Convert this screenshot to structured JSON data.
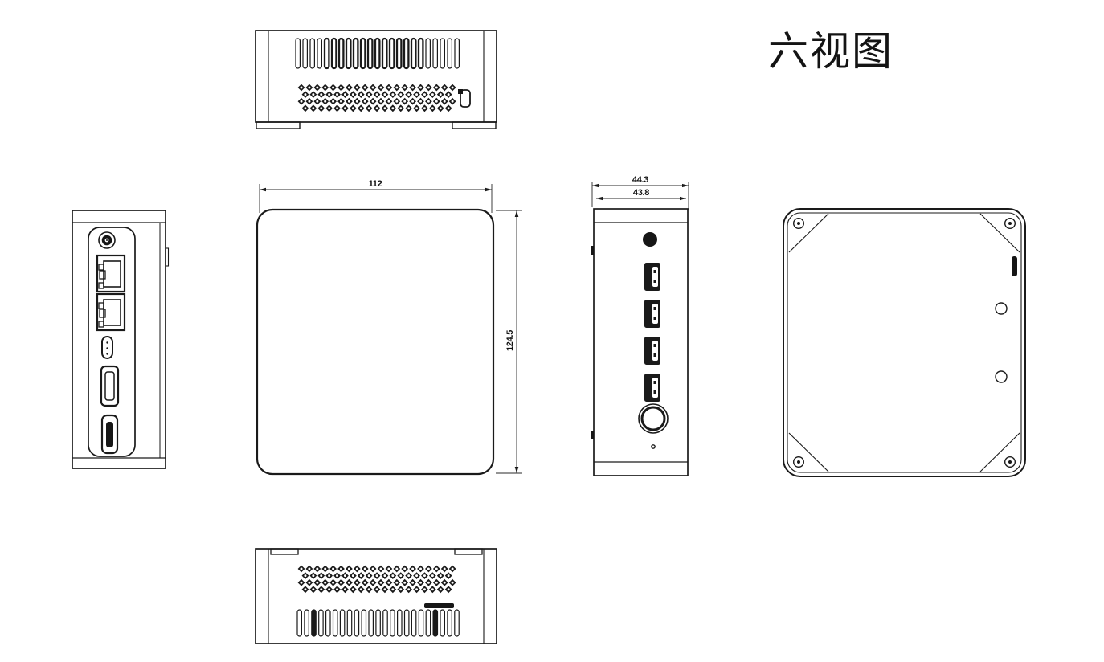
{
  "page": {
    "title": "六视图",
    "background": "#ffffff",
    "ink": "#1a1a1a",
    "dim_ink": "#2a2a2a"
  },
  "dimensions": {
    "top_width": "112",
    "side_depth": "124.5",
    "front_outer_width": "44.3",
    "front_inner_width": "43.8"
  },
  "views": {
    "rear_exhaust_top": {
      "vent_slots": 23,
      "mesh_rows": 4,
      "mesh_cols": 20,
      "bold_slots_from": 4,
      "bold_slots_to": 17
    },
    "io_side": {
      "ports": [
        "dc-power-jack",
        "ethernet-rj45",
        "ethernet-rj45",
        "usb-c",
        "mini-displayport",
        "hdmi"
      ]
    },
    "front_face": {
      "usb_ports": 4
    },
    "bottom_exhaust": {
      "vent_slots": 23,
      "mesh_rows": 4,
      "mesh_cols": 20,
      "filled_slots": [
        2,
        19
      ]
    },
    "base_plate": {
      "corner_screws": 4,
      "side_holes": 2
    }
  }
}
